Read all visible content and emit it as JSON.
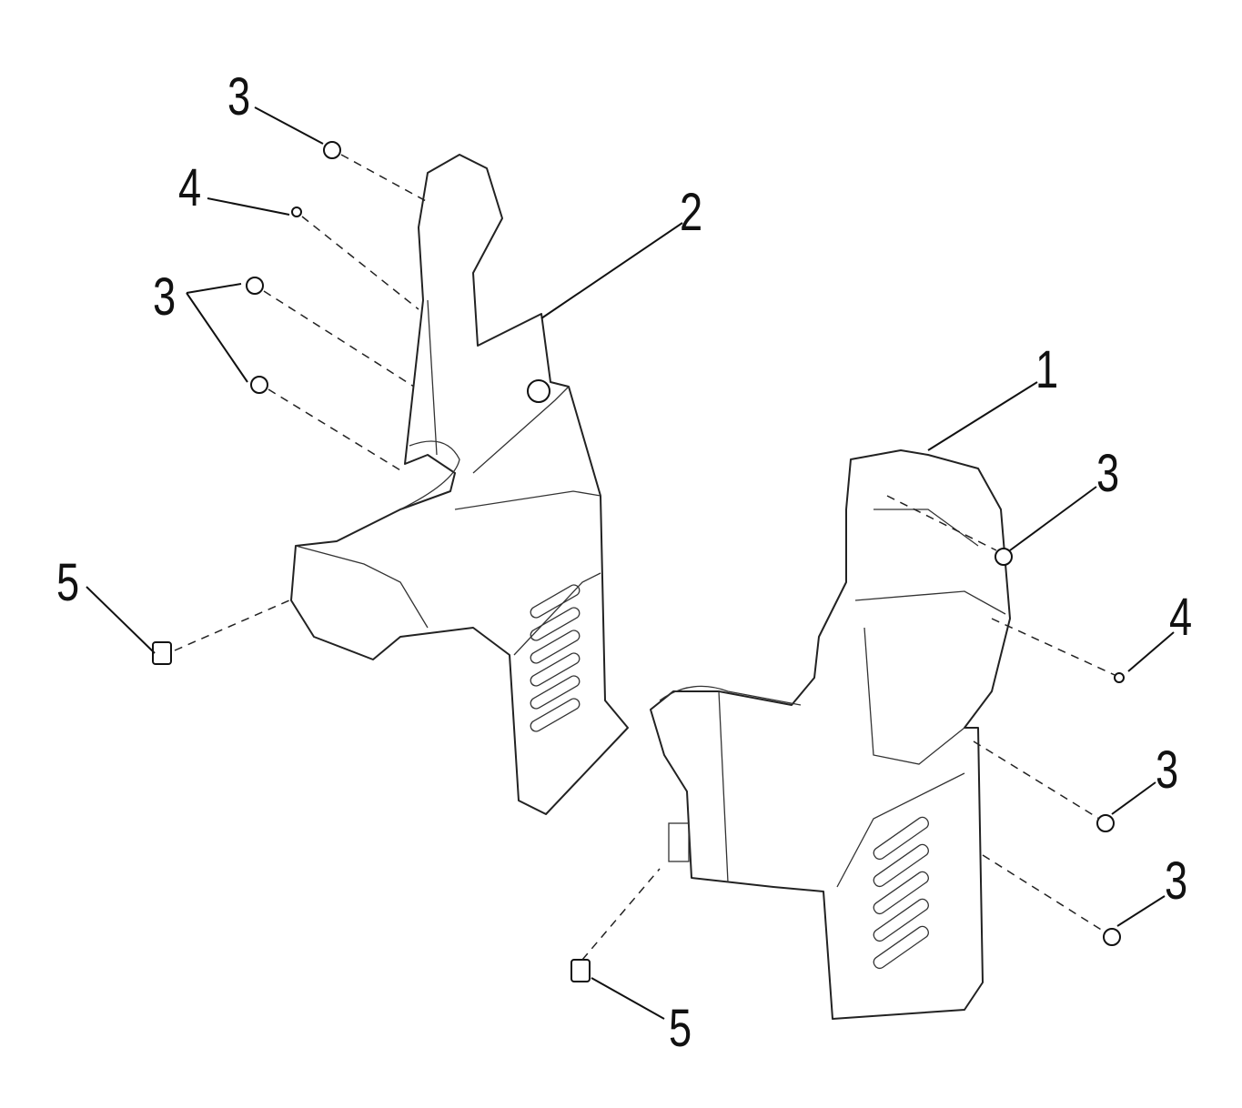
{
  "diagram": {
    "type": "exploded-parts-diagram",
    "callouts": [
      {
        "id": "c-3-top",
        "label": "3"
      },
      {
        "id": "c-4-left",
        "label": "4"
      },
      {
        "id": "c-2",
        "label": "2"
      },
      {
        "id": "c-3-left",
        "label": "3"
      },
      {
        "id": "c-1",
        "label": "1"
      },
      {
        "id": "c-3-right",
        "label": "3"
      },
      {
        "id": "c-4-right",
        "label": "4"
      },
      {
        "id": "c-5-left",
        "label": "5"
      },
      {
        "id": "c-3-lower-right",
        "label": "3"
      },
      {
        "id": "c-3-bottom-right",
        "label": "3"
      },
      {
        "id": "c-5-bottom",
        "label": "5"
      }
    ]
  }
}
